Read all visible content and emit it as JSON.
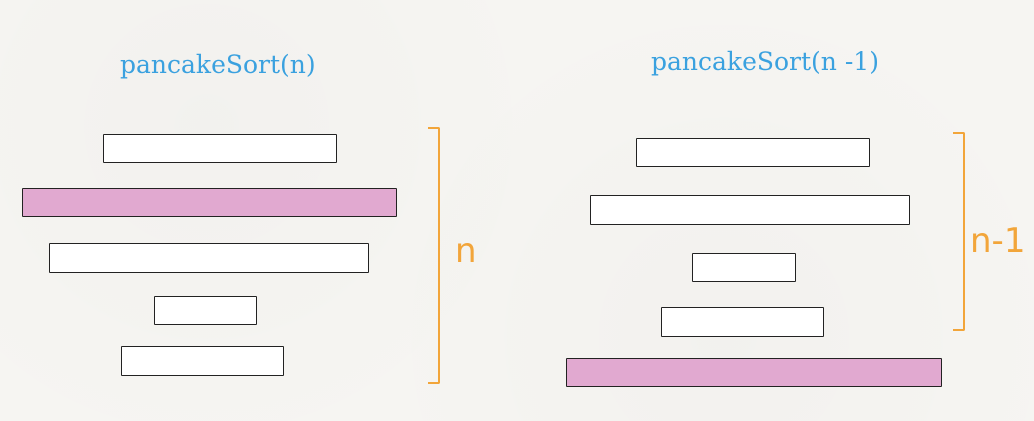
{
  "left_panel": {
    "title": "pancakeSort(n)",
    "bracket_label": "n"
  },
  "right_panel": {
    "title": "pancakeSort(n -1)",
    "bracket_label": "n-1"
  },
  "colors": {
    "title": "#3aa1df",
    "highlight_pancake": "#e1a9d0",
    "bracket": "#f2a53a"
  }
}
